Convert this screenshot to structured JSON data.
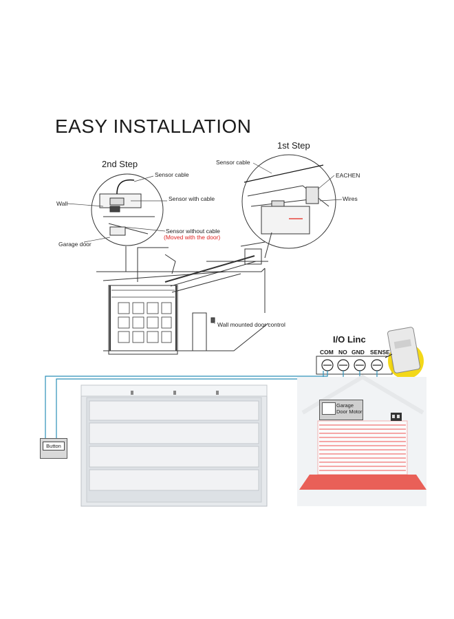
{
  "title": "EASY INSTALLATION",
  "step1": {
    "heading": "1st Step",
    "labels": {
      "sensor_cable": "Sensor cable",
      "device": "EACHEN",
      "wires": "Wires"
    }
  },
  "step2": {
    "heading": "2nd Step",
    "labels": {
      "sensor_cable": "Sensor cable",
      "wall": "Wall",
      "sensor_with_cable": "Sensor with cable",
      "sensor_without_cable": "Sensor without cable",
      "moved_note": "(Moved with the door)",
      "garage_door": "Garage door"
    }
  },
  "door_control_label": "Wall mounted door control",
  "io_linc": {
    "title": "I/O Linc",
    "terminals": [
      "COM",
      "NO",
      "GND",
      "SENSE"
    ]
  },
  "button_label": "Button",
  "motor_label": [
    "Garage",
    "Door Motor"
  ],
  "colors": {
    "wire": "#2a8fb8",
    "sensor_red": "#e8453c",
    "device_ring": "#f2d400"
  }
}
